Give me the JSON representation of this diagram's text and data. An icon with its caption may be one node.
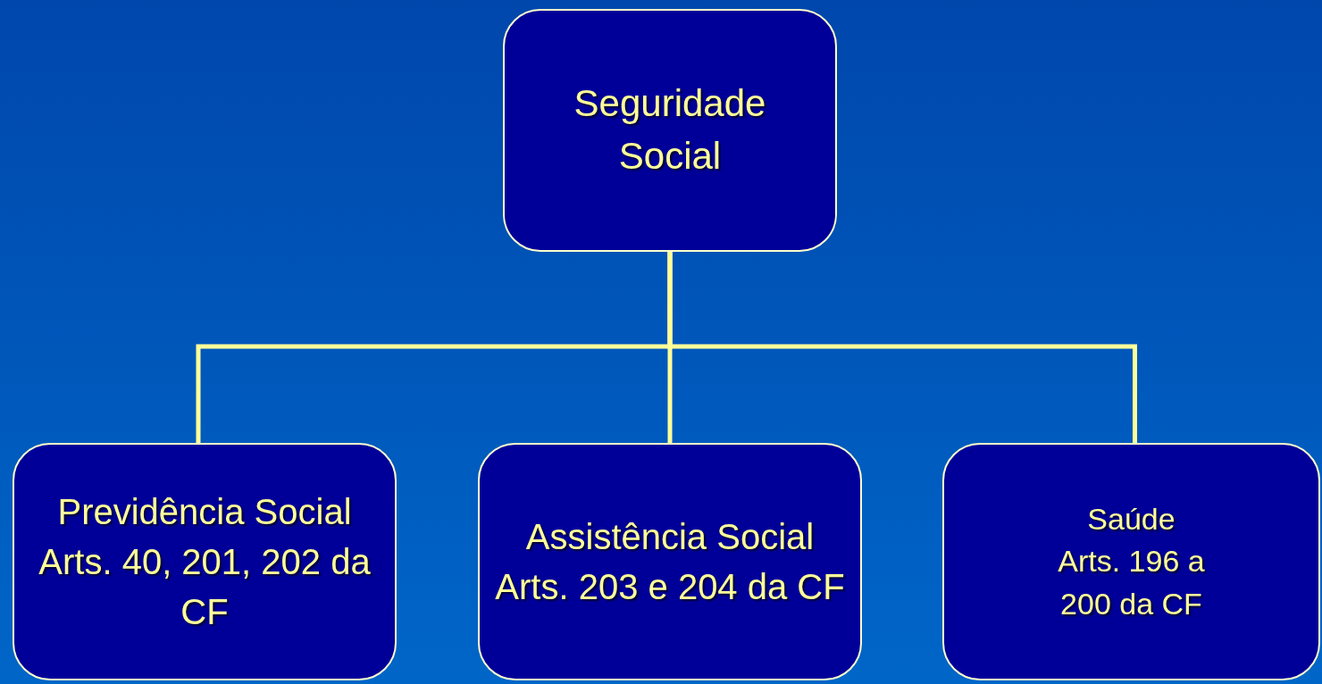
{
  "diagram": {
    "nodes": [
      {
        "text": [
          "Seguridade Social"
        ]
      },
      {
        "text": [
          "Previdência Social",
          "Arts. 40, 201, 202 da CF"
        ]
      },
      {
        "text": [
          "Assistência Social",
          "Arts. 203 e 204 da CF"
        ]
      },
      {
        "text": [
          "Saúde",
          "Arts. 196 a 200 da CF"
        ]
      }
    ],
    "edges": [
      {
        "from": 0,
        "to": 1,
        "arrow": "none"
      },
      {
        "from": 0,
        "to": 2,
        "arrow": "none"
      },
      {
        "from": 0,
        "to": 3,
        "arrow": "none"
      }
    ]
  }
}
